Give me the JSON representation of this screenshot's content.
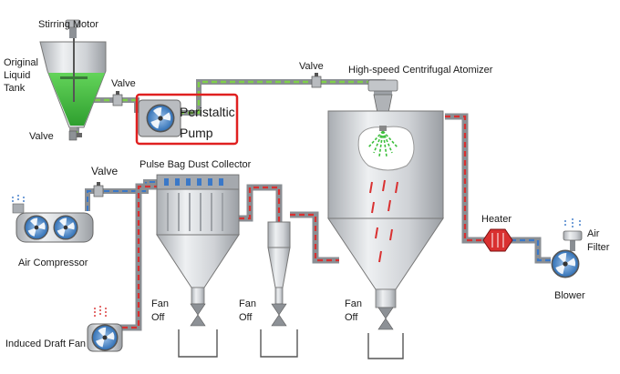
{
  "labels": {
    "stirring_motor": "Stirring Motor",
    "tank_line1": "Original",
    "tank_line2": "Liquid",
    "tank_line3": "Tank",
    "valve_tank_outlet": "Valve",
    "valve_pump_inlet": "Valve",
    "valve_top": "Valve",
    "valve_compressor": "Valve",
    "pump_line1": "Peristaltic",
    "pump_line2": "Pump",
    "atomizer": "High-speed Centrifugal Atomizer",
    "dust_collector": "Pulse Bag Dust Collector",
    "air_compressor": "Air Compressor",
    "heater": "Heater",
    "air_filter_line1": "Air",
    "air_filter_line2": "Filter",
    "blower": "Blower",
    "induced_draft_fan": "Induced Draft Fan",
    "fan1_line1": "Fan",
    "fan1_line2": "Off",
    "fan2_line1": "Fan",
    "fan2_line2": "Off",
    "fan3_line1": "Fan",
    "fan3_line2": "Off"
  },
  "colors": {
    "highlight": "#e02020",
    "liquid": "#3cbf3c",
    "liquid_pipe": "#7fcf4a",
    "air_pipe": "#3a78c8",
    "hot_air": "#d93030",
    "steel": "#c9ccd0",
    "steel_dark": "#8d9196",
    "fan_blue": "#3f7fc6"
  }
}
